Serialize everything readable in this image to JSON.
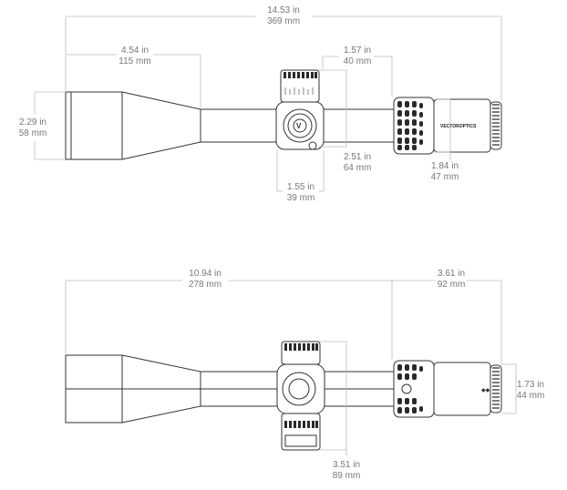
{
  "top_view": {
    "overall_length": {
      "in": "14.53 in",
      "mm": "369 mm"
    },
    "objective_length": {
      "in": "4.54 in",
      "mm": "115 mm"
    },
    "objective_diameter": {
      "in": "2.29 in",
      "mm": "58 mm"
    },
    "turret_to_ocular": {
      "in": "1.57 in",
      "mm": "40 mm"
    },
    "turret_height": {
      "in": "2.51 in",
      "mm": "64 mm"
    },
    "turret_width": {
      "in": "1.55 in",
      "mm": "39 mm"
    },
    "eyepiece_diameter": {
      "in": "1.84 in",
      "mm": "47 mm"
    },
    "brand_text": "VECTOROPTICS"
  },
  "side_view": {
    "front_length": {
      "in": "10.94 in",
      "mm": "278 mm"
    },
    "ocular_length": {
      "in": "3.61 in",
      "mm": "92 mm"
    },
    "eyepiece_height": {
      "in": "1.73 in",
      "mm": "44 mm"
    },
    "turret_span": {
      "in": "3.51 in",
      "mm": "89 mm"
    }
  },
  "colors": {
    "outline": "#333333",
    "dimension_line": "#bdbdbd",
    "dimension_text": "#777777"
  }
}
